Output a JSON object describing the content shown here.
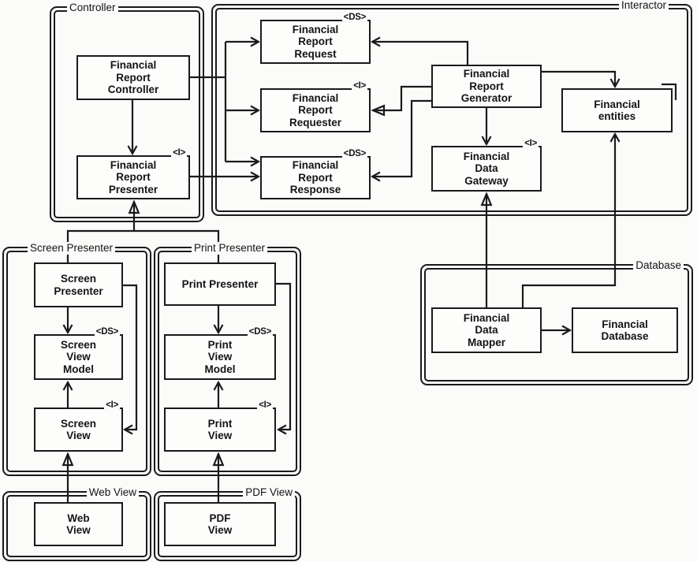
{
  "colors": {
    "ink": "#1a1a1a",
    "background": "#fbfbfa",
    "box_fill": "#fdfdfc"
  },
  "regions": {
    "controller": {
      "label": "Controller"
    },
    "interactor": {
      "label": "Interactor"
    },
    "screen_presenter": {
      "label": "Screen Presenter"
    },
    "print_presenter": {
      "label": "Print Presenter"
    },
    "database": {
      "label": "Database"
    },
    "web_view": {
      "label": "Web View"
    },
    "pdf_view": {
      "label": "PDF View"
    }
  },
  "nodes": {
    "frc": {
      "l1": "Financial",
      "l2": "Report",
      "l3": "Controller"
    },
    "frp": {
      "l1": "Financial",
      "l2": "Report",
      "l3": "Presenter",
      "marker": "<I>"
    },
    "request": {
      "l1": "Financial",
      "l2": "Report",
      "l3": "Request",
      "marker": "<DS>"
    },
    "requester": {
      "l1": "Financial",
      "l2": "Report",
      "l3": "Requester",
      "marker": "<I>"
    },
    "response": {
      "l1": "Financial",
      "l2": "Report",
      "l3": "Response",
      "marker": "<DS>"
    },
    "generator": {
      "l1": "Financial",
      "l2": "Report",
      "l3": "Generator"
    },
    "entities": {
      "l1": "Financial",
      "l2": "entities"
    },
    "gateway": {
      "l1": "Financial",
      "l2": "Data",
      "l3": "Gateway",
      "marker": "<I>"
    },
    "mapper": {
      "l1": "Financial",
      "l2": "Data",
      "l3": "Mapper"
    },
    "findb": {
      "l1": "Financial",
      "l2": "Database"
    },
    "sp": {
      "l1": "Screen",
      "l2": "Presenter"
    },
    "svm": {
      "l1": "Screen",
      "l2": "View",
      "l3": "Model",
      "marker": "<DS>"
    },
    "sv": {
      "l1": "Screen",
      "l2": "View",
      "marker": "<I>"
    },
    "pp": {
      "l1": "Print Presenter"
    },
    "pvm": {
      "l1": "Print",
      "l2": "View",
      "l3": "Model",
      "marker": "<DS>"
    },
    "pv": {
      "l1": "Print",
      "l2": "View",
      "marker": "<I>"
    },
    "wv": {
      "l1": "Web",
      "l2": "View"
    },
    "pdfv": {
      "l1": "PDF",
      "l2": "View"
    }
  },
  "edges": [
    {
      "from": "financial-report-controller",
      "to": "financial-report-presenter",
      "arrow": "open"
    },
    {
      "from": "financial-report-controller",
      "to": "financial-report-request",
      "arrow": "open"
    },
    {
      "from": "financial-report-controller",
      "to": "financial-report-requester",
      "arrow": "open"
    },
    {
      "from": "financial-report-controller",
      "to": "financial-report-response",
      "arrow": "open"
    },
    {
      "from": "financial-report-presenter",
      "to": "financial-report-response",
      "arrow": "open"
    },
    {
      "from": "financial-report-generator",
      "to": "financial-report-request",
      "arrow": "open"
    },
    {
      "from": "financial-report-generator",
      "to": "financial-report-requester",
      "arrow": "hollow"
    },
    {
      "from": "financial-report-generator",
      "to": "financial-report-response",
      "arrow": "open"
    },
    {
      "from": "financial-report-generator",
      "to": "financial-data-gateway",
      "arrow": "open"
    },
    {
      "from": "financial-report-generator",
      "to": "financial-entities",
      "arrow": "open"
    },
    {
      "from": "financial-data-mapper",
      "to": "financial-data-gateway",
      "arrow": "hollow"
    },
    {
      "from": "financial-data-mapper",
      "to": "financial-entities",
      "arrow": "open"
    },
    {
      "from": "financial-data-mapper",
      "to": "financial-database",
      "arrow": "open"
    },
    {
      "from": "screen-presenter",
      "to": "financial-report-presenter",
      "arrow": "hollow"
    },
    {
      "from": "print-presenter",
      "to": "financial-report-presenter",
      "arrow": "hollow"
    },
    {
      "from": "screen-presenter",
      "to": "screen-view-model",
      "arrow": "open"
    },
    {
      "from": "screen-view",
      "to": "screen-view-model",
      "arrow": "open"
    },
    {
      "from": "screen-presenter",
      "to": "screen-view",
      "arrow": "open"
    },
    {
      "from": "web-view",
      "to": "screen-view",
      "arrow": "hollow"
    },
    {
      "from": "print-presenter",
      "to": "print-view-model",
      "arrow": "open"
    },
    {
      "from": "print-view",
      "to": "print-view-model",
      "arrow": "open"
    },
    {
      "from": "print-presenter",
      "to": "print-view",
      "arrow": "open"
    },
    {
      "from": "pdf-view",
      "to": "print-view",
      "arrow": "hollow"
    }
  ]
}
